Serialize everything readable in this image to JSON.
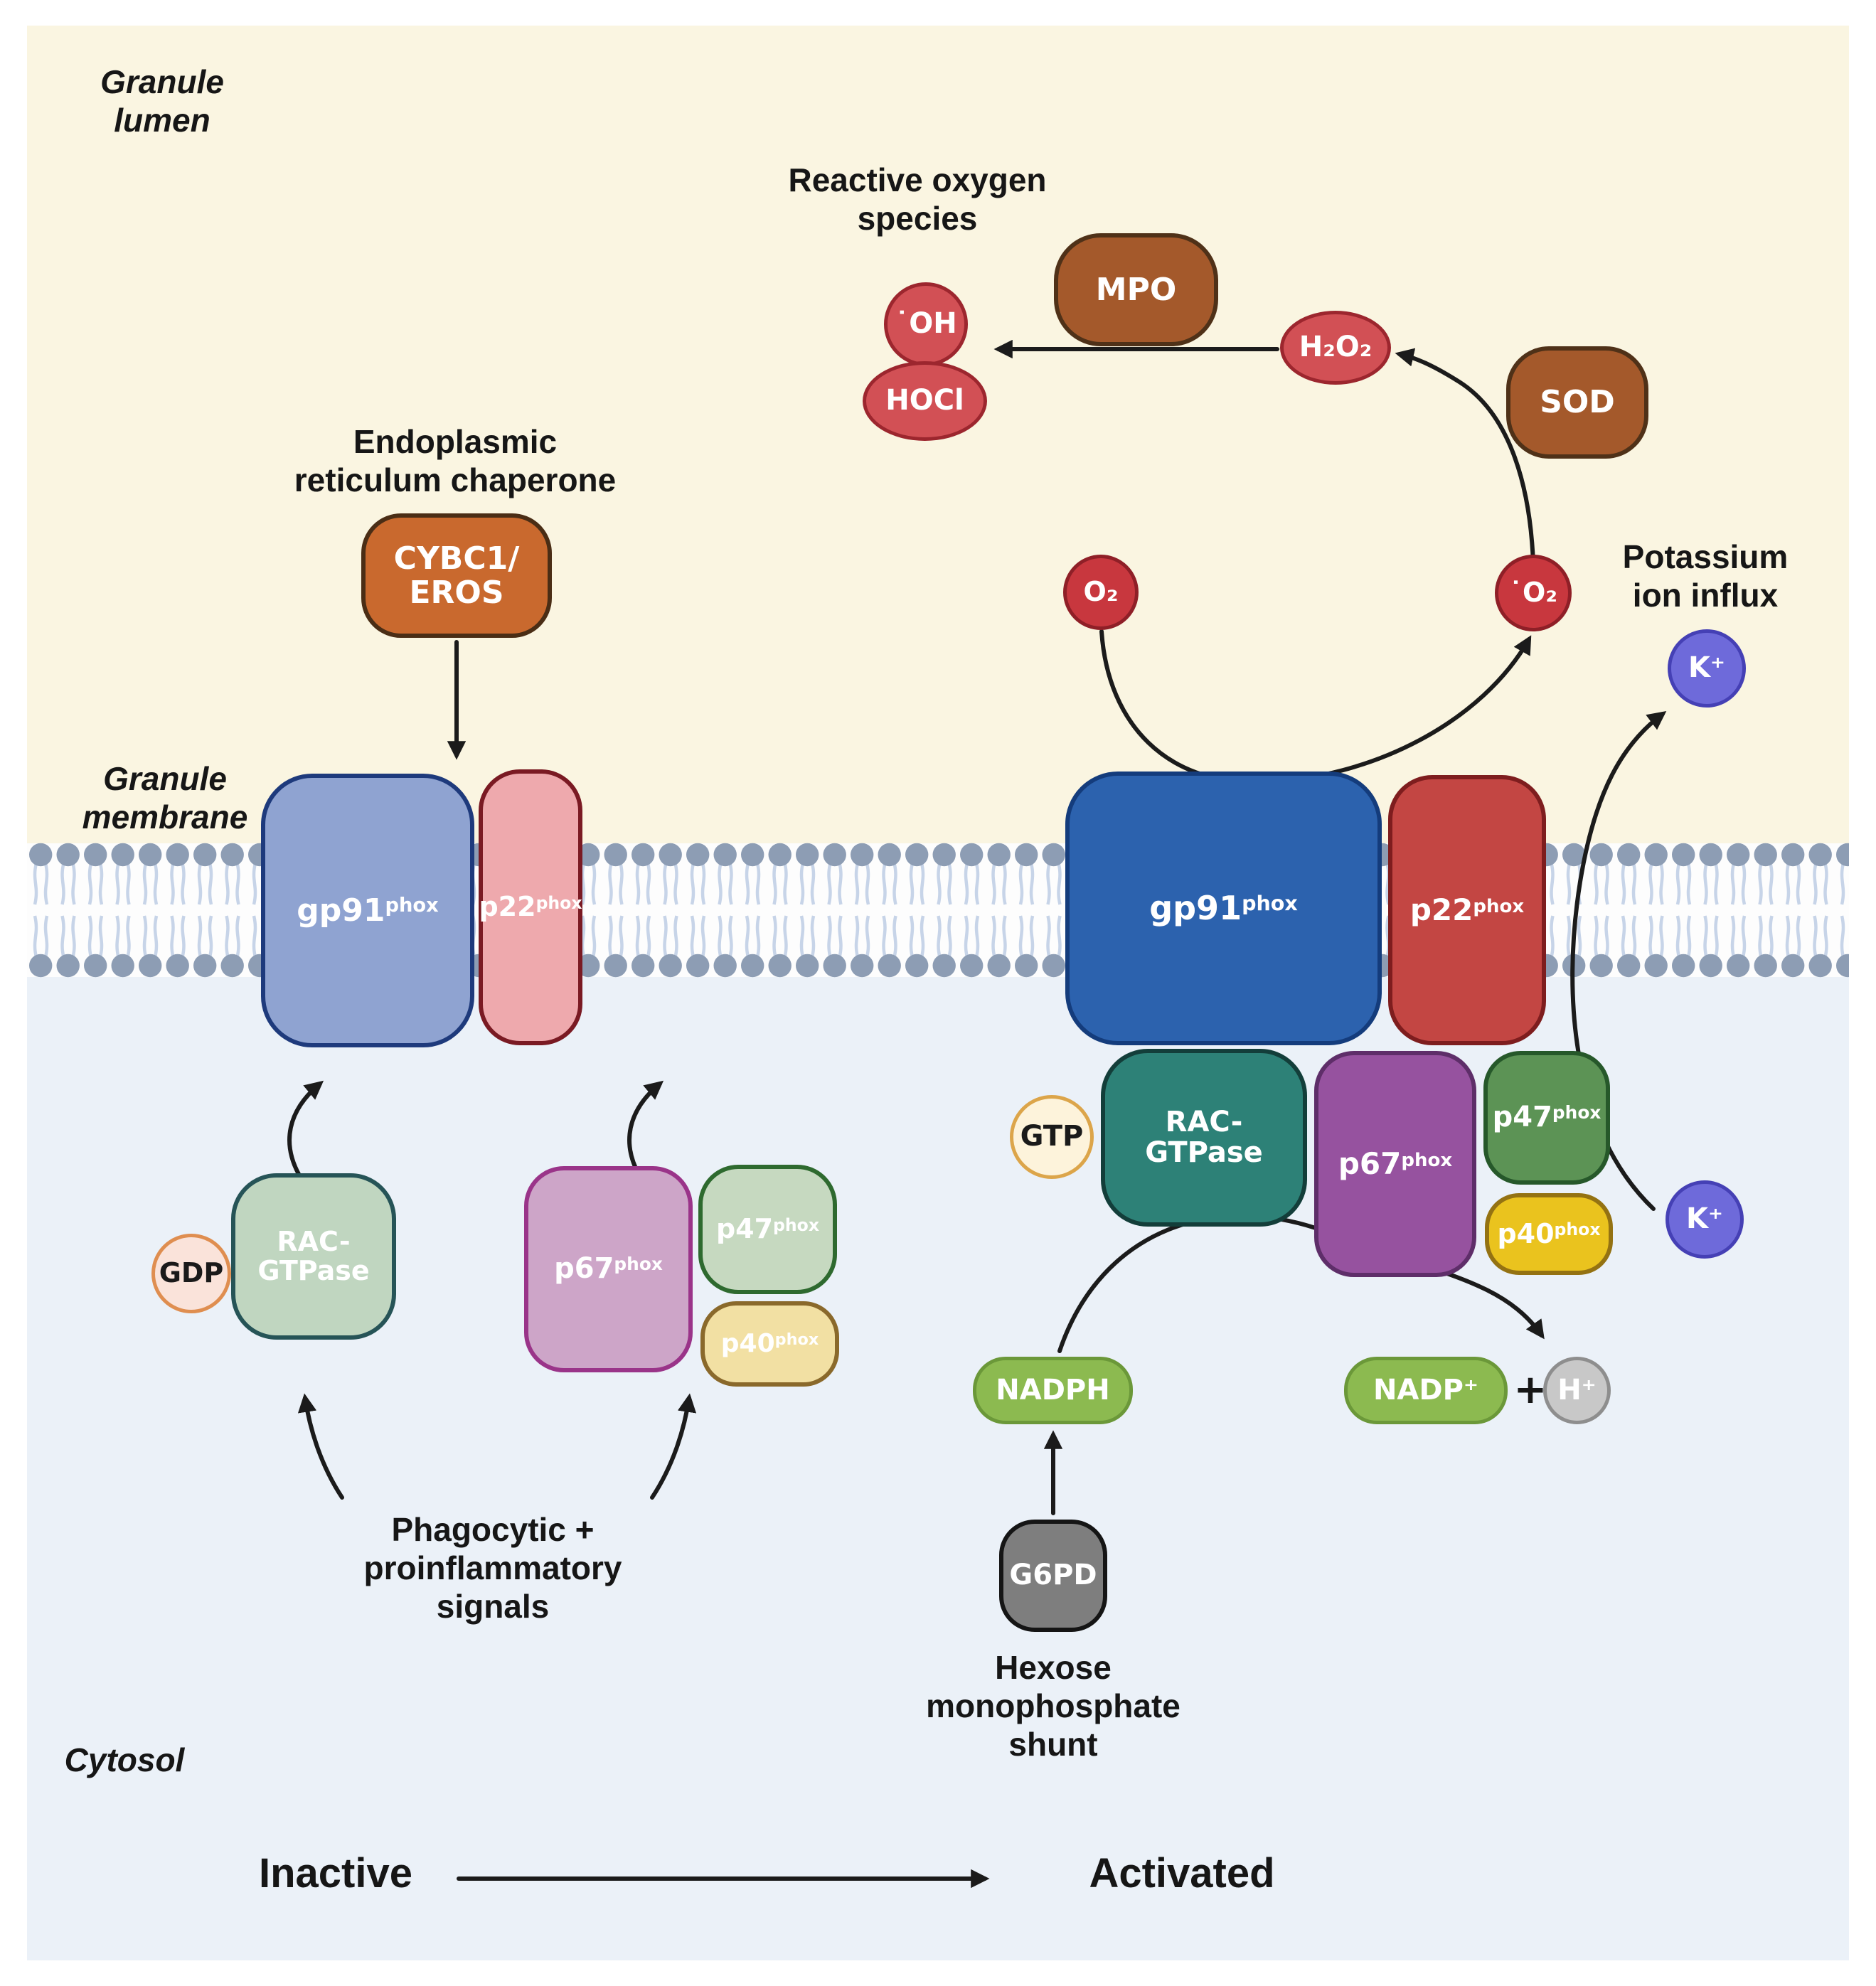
{
  "labels": {
    "granule_lumen": [
      "Granule",
      "lumen"
    ],
    "reactive_oxygen_species": [
      "Reactive oxygen",
      "species"
    ],
    "er_chaperone": [
      "Endoplasmic",
      "reticulum chaperone"
    ],
    "granule_membrane": [
      "Granule",
      "membrane"
    ],
    "potassium_ion_influx": [
      "Potassium",
      "ion influx"
    ],
    "phagocytic_signals": [
      "Phagocytic +",
      "proinflammatory",
      "signals"
    ],
    "hexose_shunt": [
      "Hexose",
      "monophosphate",
      "shunt"
    ],
    "cytosol": "Cytosol",
    "inactive": "Inactive",
    "activated": "Activated"
  },
  "proteins": {
    "gp91": {
      "base": "gp91",
      "sup": "phox"
    },
    "p22": {
      "base": "p22",
      "sup": "phox"
    },
    "p67": {
      "base": "p67",
      "sup": "phox"
    },
    "p47": {
      "base": "p47",
      "sup": "phox"
    },
    "p40": {
      "base": "p40",
      "sup": "phox"
    },
    "rac_gtpase": [
      "RAC-",
      "GTPase"
    ],
    "cybc1_eros": [
      "CYBC1/",
      "EROS"
    ]
  },
  "molecules": {
    "mpo": "MPO",
    "sod": "SOD",
    "g6pd": "G6PD",
    "hydroxyl_radical": "˙OH",
    "hypochlorous_acid": "HOCl",
    "hydrogen_peroxide": "H₂O₂",
    "oxygen": "O₂",
    "superoxide": "˙O₂",
    "potassium_upper": "K⁺",
    "potassium_lower": "K⁺",
    "gdp": "GDP",
    "gtp": "GTP",
    "nadph": "NADPH",
    "nadp": "NADP⁺",
    "plus": "+",
    "proton": "H⁺"
  },
  "colors": {
    "lumen_bg": "#faf5e1",
    "cytosol_bg": "#ebf1f8",
    "ros_red": "#d25055",
    "enzyme_brown": "#a4592b",
    "chaperone_orange": "#c9692e",
    "gp91_inactive": "#8fa3d1",
    "gp91_active": "#2c62ae",
    "p22_inactive": "#eea9ad",
    "p22_active": "#c34643",
    "rac_inactive": "#c0d6c0",
    "rac_active": "#2d8177",
    "p67_inactive": "#cda5c8",
    "p67_active": "#96529f",
    "p47_inactive": "#c6d9c0",
    "p47_active": "#5c9355",
    "p40_inactive": "#f2e0a3",
    "p40_active": "#eac31e",
    "potassium_violet": "#6e6ada",
    "nadph_green": "#8cba50",
    "membrane_head": "#8d9db4"
  }
}
